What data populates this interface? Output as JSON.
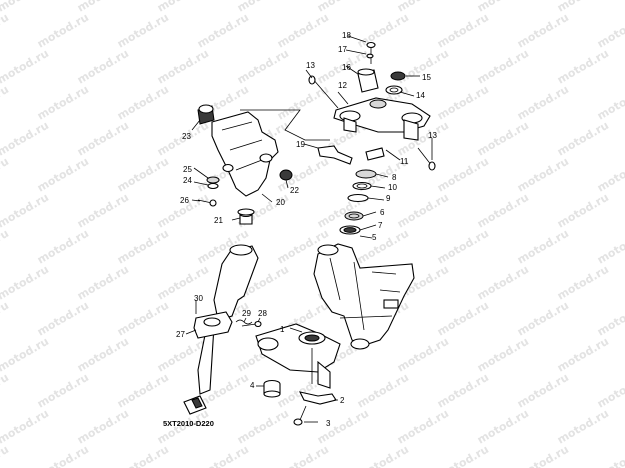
{
  "watermark": "motod.ru",
  "diagram_code": "5XT2010-D220",
  "part_numbers": [
    "1",
    "2",
    "3",
    "4",
    "5",
    "6",
    "7",
    "8",
    "9",
    "10",
    "11",
    "12",
    "13",
    "13",
    "14",
    "15",
    "16",
    "17",
    "18",
    "19",
    "20",
    "21",
    "22",
    "23",
    "24",
    "25",
    "26",
    "27",
    "28",
    "29",
    "30"
  ]
}
